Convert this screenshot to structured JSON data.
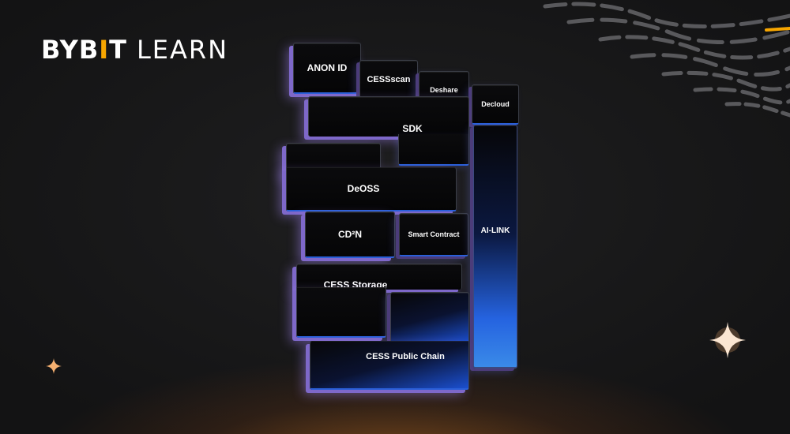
{
  "logo": {
    "brand": "BYB",
    "brand_bar": "I",
    "brand_end": "T",
    "suffix": "LEARN"
  },
  "diagram": {
    "blocks": [
      {
        "id": "anon-id",
        "label": "ANON ID"
      },
      {
        "id": "cessscan",
        "label": "CESSscan"
      },
      {
        "id": "deshare",
        "label": "Deshare"
      },
      {
        "id": "decloud",
        "label": "Decloud"
      },
      {
        "id": "sdk",
        "label": "SDK"
      },
      {
        "id": "deoss",
        "label": "DeOSS"
      },
      {
        "id": "cd2n",
        "label": "CD²N"
      },
      {
        "id": "smart-contract",
        "label": "Smart Contract"
      },
      {
        "id": "ai-link",
        "label": "AI-LINK"
      },
      {
        "id": "cess-storage",
        "label": "CESS Storage"
      },
      {
        "id": "cess-public-chain",
        "label": "CESS Public Chain"
      }
    ]
  },
  "colors": {
    "accent": "#f7a600",
    "edge_blue": "#2a5fd8",
    "edge_purple": "#7e68c9"
  }
}
